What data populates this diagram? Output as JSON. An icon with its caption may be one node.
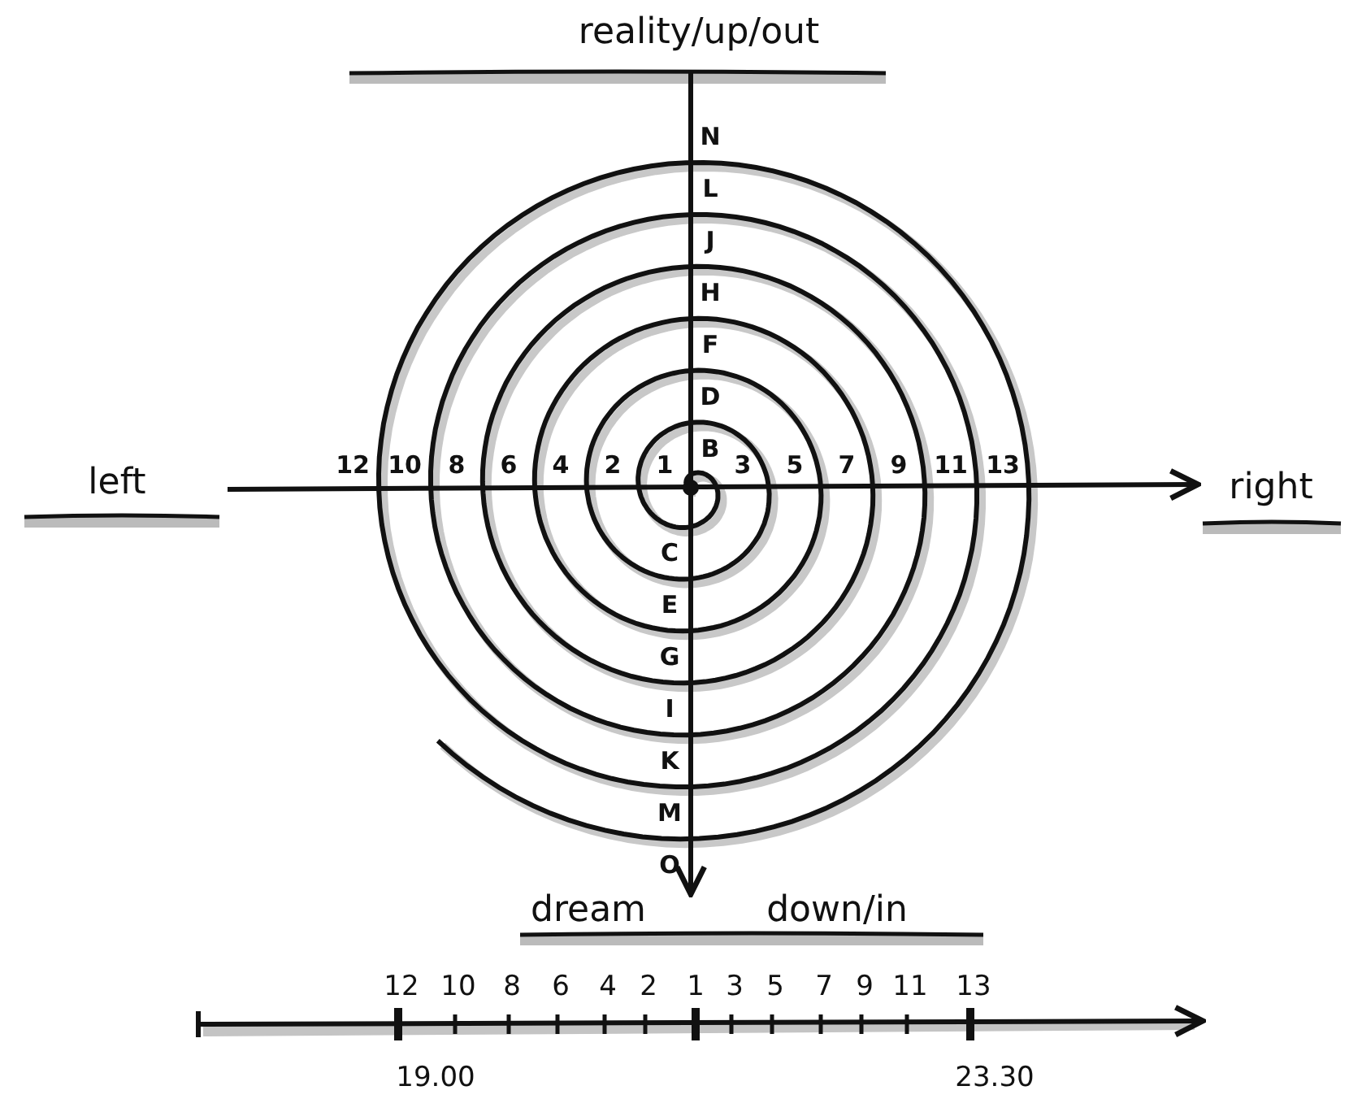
{
  "diagram": {
    "labels": [
      "reality/up/out",
      "N",
      "L",
      "J",
      "H",
      "F",
      "D",
      "B",
      "left",
      "12",
      "10",
      "8",
      "6",
      "4",
      "2",
      "1",
      "3",
      "5",
      "7",
      "9",
      "11",
      "13",
      "right",
      "C",
      "E",
      "G",
      "I",
      "K",
      "M",
      "O",
      "dream",
      "down/in",
      "12",
      "10",
      "8",
      "6",
      "4",
      "2",
      "1",
      "3",
      "5",
      "7",
      "9",
      "11",
      "13",
      "19.00",
      "23.30"
    ]
  }
}
